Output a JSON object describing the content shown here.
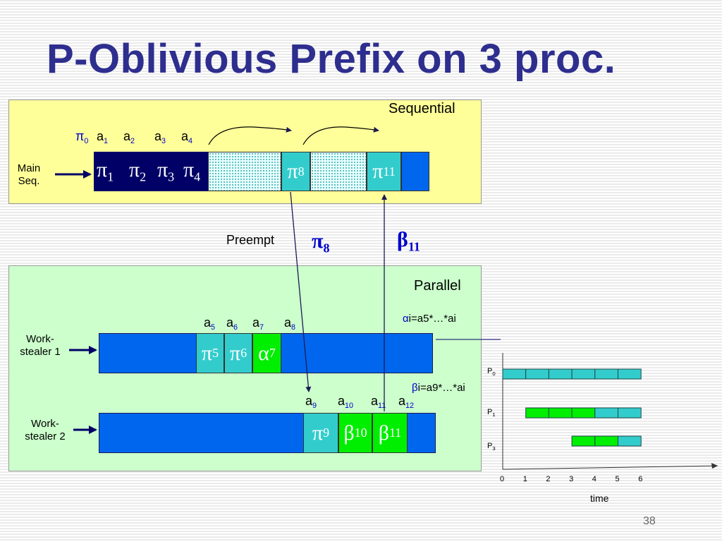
{
  "title": "P-Oblivious Prefix on 3 proc.",
  "slide_number": "38",
  "sequential": {
    "label": "Sequential",
    "main_seq_label": [
      "Main",
      "Seq."
    ],
    "a_labels": [
      {
        "sym": "π",
        "sub": "0"
      },
      {
        "sym": "a",
        "sub": "1"
      },
      {
        "sym": "a",
        "sub": "2"
      },
      {
        "sym": "a",
        "sub": "3"
      },
      {
        "sym": "a",
        "sub": "4"
      }
    ],
    "cells": [
      {
        "sym": "π",
        "sub": "1"
      },
      {
        "sym": "π",
        "sub": "2"
      },
      {
        "sym": "π",
        "sub": "3"
      },
      {
        "sym": "π",
        "sub": "4"
      },
      {
        "sym": "π",
        "sub": "8"
      },
      {
        "sym": "π",
        "sub": "11"
      }
    ]
  },
  "middle": {
    "preempt_label": "Preempt",
    "pi8": {
      "sym": "π",
      "sub": "8"
    },
    "beta11": {
      "sym": "β",
      "sub": "11"
    }
  },
  "parallel": {
    "label": "Parallel",
    "alpha_formula": {
      "sym": "α",
      "text": "i=a5*…*ai"
    },
    "beta_formula": {
      "sym": "β",
      "text": "i=a9*…*ai"
    },
    "ws1": {
      "label": [
        "Work-",
        "stealer 1"
      ],
      "a_labels": [
        {
          "sym": "a",
          "sub": "5"
        },
        {
          "sym": "a",
          "sub": "6"
        },
        {
          "sym": "a",
          "sub": "7"
        },
        {
          "sym": "a",
          "sub": "8"
        }
      ],
      "cells": [
        {
          "sym": "π",
          "sub": "5"
        },
        {
          "sym": "π",
          "sub": "6"
        },
        {
          "sym": "α",
          "sub": "7"
        }
      ]
    },
    "ws2": {
      "label": [
        "Work-",
        "stealer 2"
      ],
      "a_labels": [
        {
          "sym": "a",
          "sub": "9"
        },
        {
          "sym": "a",
          "sub": "10"
        },
        {
          "sym": "a",
          "sub": "11"
        },
        {
          "sym": "a",
          "sub": "12"
        }
      ],
      "cells": [
        {
          "sym": "π",
          "sub": "9"
        },
        {
          "sym": "β",
          "sub": "10"
        },
        {
          "sym": "β",
          "sub": "11"
        }
      ]
    }
  },
  "gantt": {
    "xlabel": "time",
    "ticks": [
      "0",
      "1",
      "2",
      "3",
      "4",
      "5",
      "6"
    ],
    "rows": [
      {
        "label": "P",
        "sub": "0",
        "start": 0,
        "end": 6,
        "color": "#33cccc",
        "cells": 6
      },
      {
        "label": "P",
        "sub": "1",
        "start": 1,
        "end": 6,
        "color": "#00ee00",
        "green_units": 3,
        "cells": 5
      },
      {
        "label": "P",
        "sub": "3",
        "start": 3,
        "end": 6,
        "color": "#00ee00",
        "green_units": 2,
        "cells": 3
      }
    ],
    "colors": {
      "teal": "#33cccc",
      "green": "#00ee00"
    }
  }
}
